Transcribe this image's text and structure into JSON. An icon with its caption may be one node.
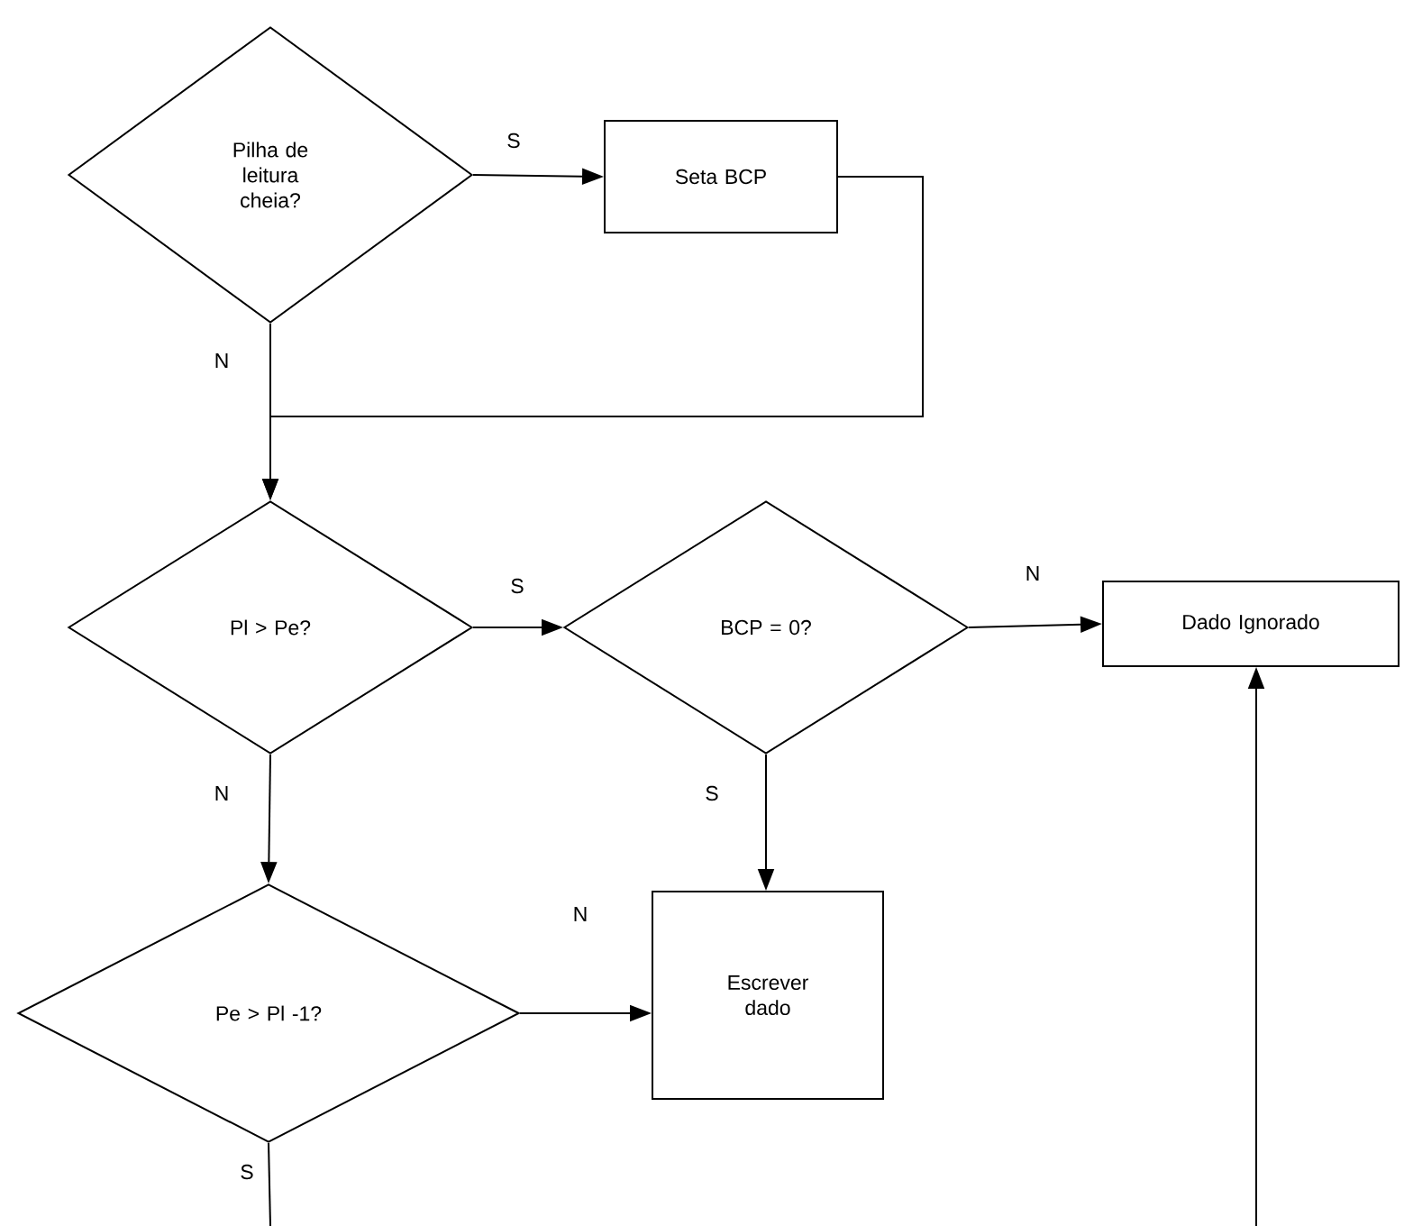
{
  "diagram": {
    "nodes": [
      {
        "text": [
          "Pilha de leitura cheia?"
        ]
      },
      {
        "text": [
          "Seta BCP"
        ]
      },
      {
        "text": [
          "Pl > Pe?"
        ]
      },
      {
        "text": [
          "BCP = 0?"
        ]
      },
      {
        "text": [
          "Dado Ignorado"
        ]
      },
      {
        "text": [
          "Pe > Pl -1?"
        ]
      },
      {
        "text": [
          "Escrever dado"
        ]
      }
    ],
    "edges": [
      {
        "from": 0,
        "to": 1,
        "arrow": "to",
        "label": "S"
      },
      {
        "from": 1,
        "to": 2,
        "arrow": "to"
      },
      {
        "from": 0,
        "to": 2,
        "arrow": "to",
        "label": "N"
      },
      {
        "from": 2,
        "to": 3,
        "arrow": "to",
        "label": "S"
      },
      {
        "from": 3,
        "to": 4,
        "arrow": "to",
        "label": "N"
      },
      {
        "from": 3,
        "to": 6,
        "arrow": "to",
        "label": "S"
      },
      {
        "from": 2,
        "to": 5,
        "arrow": "to",
        "label": "N"
      },
      {
        "from": 5,
        "to": 6,
        "arrow": "to",
        "label": "N"
      },
      {
        "from": 5,
        "to": null,
        "arrow": "none",
        "label": "S"
      },
      {
        "from": null,
        "to": 4,
        "arrow": "to"
      }
    ]
  }
}
